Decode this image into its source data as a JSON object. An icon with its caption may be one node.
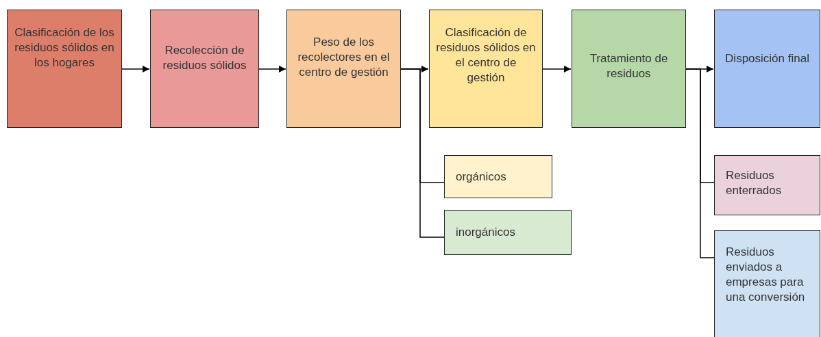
{
  "diagram": {
    "nodes": [
      {
        "text": [
          "Clasificación de los residuos sólidos en los hogares"
        ]
      },
      {
        "text": [
          "Recolección de residuos sólidos"
        ]
      },
      {
        "text": [
          "Peso de los recolectores en el centro de gestión"
        ]
      },
      {
        "text": [
          "Clasificación de residuos sólidos en el centro de gestión"
        ]
      },
      {
        "text": [
          "Tratamiento de residuos"
        ]
      },
      {
        "text": [
          "Disposición final"
        ]
      },
      {
        "text": [
          "orgánicos"
        ]
      },
      {
        "text": [
          "inorgánicos"
        ]
      },
      {
        "text": [
          "Residuos enterrados"
        ]
      },
      {
        "text": [
          "Residuos enviados a empresas para una conversión"
        ]
      }
    ],
    "edges": [
      {
        "from": 0,
        "to": 1,
        "arrow": "to"
      },
      {
        "from": 1,
        "to": 2,
        "arrow": "to"
      },
      {
        "from": 2,
        "to": 3,
        "arrow": "to"
      },
      {
        "from": 3,
        "to": 4,
        "arrow": "to"
      },
      {
        "from": 4,
        "to": 5,
        "arrow": "to"
      },
      {
        "from": 2,
        "to": 6,
        "arrow": "none"
      },
      {
        "from": 2,
        "to": 7,
        "arrow": "none"
      },
      {
        "from": 4,
        "to": 8,
        "arrow": "none"
      },
      {
        "from": 4,
        "to": 9,
        "arrow": "none"
      }
    ]
  }
}
